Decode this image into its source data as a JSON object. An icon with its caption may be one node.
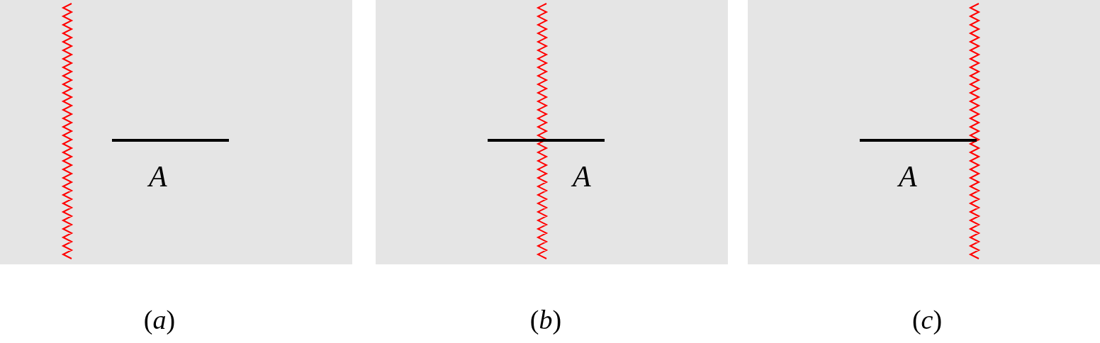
{
  "diagram": {
    "nodes": [
      {
        "text": [
          "A"
        ],
        "beside": [
          "(*a*)"
        ]
      },
      {
        "text": [
          "A"
        ],
        "beside": [
          "(*b*)"
        ]
      },
      {
        "text": [
          "A"
        ],
        "beside": [
          "(*c*)"
        ]
      }
    ]
  }
}
